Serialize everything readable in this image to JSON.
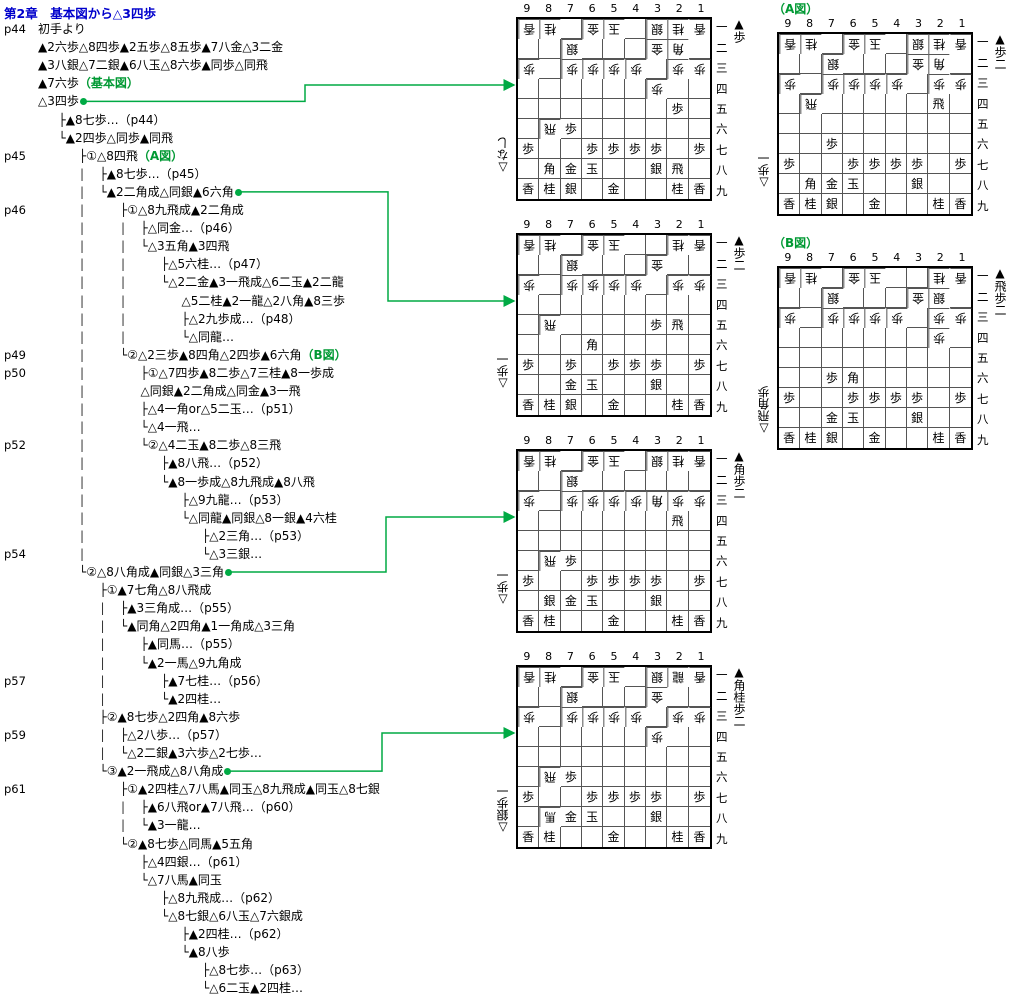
{
  "title": "第2章　基本図から△3四歩",
  "page_numbers": [
    {
      "label": "p44",
      "line": 0
    },
    {
      "label": "p45",
      "line": 7
    },
    {
      "label": "p46",
      "line": 10
    },
    {
      "label": "p49",
      "line": 18
    },
    {
      "label": "p50",
      "line": 19
    },
    {
      "label": "p52",
      "line": 23
    },
    {
      "label": "p54",
      "line": 29
    },
    {
      "label": "p57",
      "line": 36
    },
    {
      "label": "p59",
      "line": 39
    },
    {
      "label": "p61",
      "line": 42
    }
  ],
  "tree": [
    {
      "indent": 0,
      "prefix": "",
      "text": "初手より"
    },
    {
      "indent": 0,
      "prefix": "",
      "text": "▲2六歩△8四歩▲2五歩△8五歩▲7八金△3二金"
    },
    {
      "indent": 0,
      "prefix": "",
      "text": "▲3八銀△7二銀▲6八玉△8六歩▲同歩△同飛"
    },
    {
      "indent": 0,
      "prefix": "",
      "text": "▲7六歩",
      "green": "（基本図）"
    },
    {
      "indent": 0,
      "prefix": "",
      "text": "△3四歩",
      "dot": 0
    },
    {
      "indent": 1,
      "prefix": "├",
      "text": "▲8七歩…（p44）"
    },
    {
      "indent": 1,
      "prefix": "└",
      "text": "▲2四歩△同歩▲同飛"
    },
    {
      "indent": 2,
      "prefix": "├",
      "text": "①△8四飛",
      "green": "（A図）"
    },
    {
      "indent": 3,
      "prefix": "├",
      "text": "▲8七歩…（p45）"
    },
    {
      "indent": 3,
      "prefix": "└",
      "text": "▲2二角成△同銀▲6六角",
      "dot": 1
    },
    {
      "indent": 4,
      "prefix": "├",
      "text": "①△8九飛成▲2二角成"
    },
    {
      "indent": 5,
      "prefix": "├",
      "text": "△同金…（p46）"
    },
    {
      "indent": 5,
      "prefix": "└",
      "text": "△3五角▲3四飛"
    },
    {
      "indent": 6,
      "prefix": "├",
      "text": "△5六桂…（p47）"
    },
    {
      "indent": 6,
      "prefix": "└",
      "text": "△2二金▲3一飛成△6二玉▲2二龍"
    },
    {
      "indent": 7,
      "prefix": "",
      "text": "△5二桂▲2一龍△2八角▲8三歩"
    },
    {
      "indent": 7,
      "prefix": "├",
      "text": "△2九歩成…（p48）"
    },
    {
      "indent": 7,
      "prefix": "└",
      "text": "△同龍…"
    },
    {
      "indent": 4,
      "prefix": "└",
      "text": "②△2三歩▲8四角△2四歩▲6六角",
      "green": "（B図）"
    },
    {
      "indent": 5,
      "prefix": "├",
      "text": "①△7四歩▲8二歩△7三桂▲8一歩成"
    },
    {
      "indent": 5,
      "prefix": "",
      "text": "△同銀▲2二角成△同金▲3一飛"
    },
    {
      "indent": 5,
      "prefix": "├",
      "text": "△4一角or△5二玉…（p51）"
    },
    {
      "indent": 5,
      "prefix": "└",
      "text": "△4一飛…"
    },
    {
      "indent": 5,
      "prefix": "└",
      "text": "②△4二玉▲8二歩△8三飛"
    },
    {
      "indent": 6,
      "prefix": "├",
      "text": "▲8八飛…（p52）"
    },
    {
      "indent": 6,
      "prefix": "└",
      "text": "▲8一歩成△8九飛成▲8八飛"
    },
    {
      "indent": 7,
      "prefix": "├",
      "text": "△9九龍…（p53）"
    },
    {
      "indent": 7,
      "prefix": "└",
      "text": "△同龍▲同銀△8一銀▲4六桂"
    },
    {
      "indent": 8,
      "prefix": "├",
      "text": "△2三角…（p53）"
    },
    {
      "indent": 8,
      "prefix": "└",
      "text": "△3三銀…"
    },
    {
      "indent": 2,
      "prefix": "└",
      "text": "②△8八角成▲同銀△3三角",
      "dot": 2
    },
    {
      "indent": 3,
      "prefix": "├",
      "text": "①▲7七角△8八飛成"
    },
    {
      "indent": 4,
      "prefix": "├",
      "text": "▲3三角成…（p55）"
    },
    {
      "indent": 4,
      "prefix": "└",
      "text": "▲同角△2四角▲1一角成△3三角"
    },
    {
      "indent": 5,
      "prefix": "├",
      "text": "▲同馬…（p55）"
    },
    {
      "indent": 5,
      "prefix": "└",
      "text": "▲2一馬△9九角成"
    },
    {
      "indent": 6,
      "prefix": "├",
      "text": "▲7七桂…（p56）"
    },
    {
      "indent": 6,
      "prefix": "└",
      "text": "▲2四桂…"
    },
    {
      "indent": 3,
      "prefix": "├",
      "text": "②▲8七歩△2四角▲8六歩"
    },
    {
      "indent": 4,
      "prefix": "├",
      "text": "△2八歩…（p57）"
    },
    {
      "indent": 4,
      "prefix": "└",
      "text": "△2二銀▲3六歩△2七歩…"
    },
    {
      "indent": 3,
      "prefix": "└",
      "text": "③▲2一飛成△8八角成",
      "dot": 3
    },
    {
      "indent": 4,
      "prefix": "├",
      "text": "①▲2四桂△7八馬▲同玉△8九飛成▲同玉△8七銀"
    },
    {
      "indent": 5,
      "prefix": "├",
      "text": "▲6八飛or▲7八飛…（p60）"
    },
    {
      "indent": 5,
      "prefix": "└",
      "text": "▲3一龍…"
    },
    {
      "indent": 4,
      "prefix": "└",
      "text": "②▲8七歩△同馬▲5五角"
    },
    {
      "indent": 5,
      "prefix": "├",
      "text": "△4四銀…（p61）"
    },
    {
      "indent": 5,
      "prefix": "└",
      "text": "△7八馬▲同玉"
    },
    {
      "indent": 6,
      "prefix": "├",
      "text": "△8九飛成…（p62）"
    },
    {
      "indent": 6,
      "prefix": "└",
      "text": "△8七銀△6八玉△7六銀成"
    },
    {
      "indent": 7,
      "prefix": "├",
      "text": "▲2四桂…（p62）"
    },
    {
      "indent": 7,
      "prefix": "└",
      "text": "▲8八歩"
    },
    {
      "indent": 8,
      "prefix": "├",
      "text": "△8七歩…（p63）"
    },
    {
      "indent": 8,
      "prefix": "└",
      "text": "△6二玉▲2四桂…"
    }
  ],
  "col_labels": [
    "9",
    "8",
    "7",
    "6",
    "5",
    "4",
    "3",
    "2",
    "1"
  ],
  "row_labels": [
    "一",
    "二",
    "三",
    "四",
    "五",
    "六",
    "七",
    "八",
    "九"
  ],
  "boards": [
    {
      "id": "board-1",
      "label": "",
      "sente_hand": "▲歩",
      "gote_hand": "△なし",
      "cells": [
        [
          "v香",
          "v桂",
          "",
          "v金",
          "v玉",
          "",
          "v銀",
          "v桂",
          "v香"
        ],
        [
          "",
          "",
          "v銀",
          "",
          "",
          "",
          "v金",
          "v角",
          ""
        ],
        [
          "v歩",
          "",
          "v歩",
          "v歩",
          "v歩",
          "v歩",
          "",
          "v歩",
          "v歩"
        ],
        [
          "",
          "",
          "",
          "",
          "",
          "",
          "v歩",
          "",
          ""
        ],
        [
          "",
          "",
          "",
          "",
          "",
          "",
          "",
          "歩",
          ""
        ],
        [
          "",
          "v飛",
          "歩",
          "",
          "",
          "",
          "",
          "",
          ""
        ],
        [
          "歩",
          "",
          "",
          "歩",
          "歩",
          "歩",
          "歩",
          "",
          "歩"
        ],
        [
          "",
          "角",
          "金",
          "玉",
          "",
          "",
          "銀",
          "飛",
          ""
        ],
        [
          "香",
          "桂",
          "銀",
          "",
          "金",
          "",
          "",
          "桂",
          "香"
        ]
      ]
    },
    {
      "id": "board-2",
      "label": "",
      "sente_hand": "▲歩二",
      "gote_hand": "△歩一",
      "cells": [
        [
          "v香",
          "v桂",
          "",
          "v金",
          "v玉",
          "",
          "",
          "v桂",
          "v香"
        ],
        [
          "",
          "",
          "v銀",
          "",
          "",
          "",
          "v金",
          "",
          ""
        ],
        [
          "v歩",
          "",
          "v歩",
          "v歩",
          "v歩",
          "v歩",
          "",
          "v歩",
          "v歩"
        ],
        [
          "",
          "",
          "",
          "",
          "",
          "",
          "",
          "",
          ""
        ],
        [
          "",
          "v飛",
          "",
          "",
          "",
          "",
          "歩",
          "飛",
          ""
        ],
        [
          "",
          "",
          "",
          "角",
          "",
          "",
          "",
          "",
          ""
        ],
        [
          "歩",
          "",
          "歩",
          "",
          "歩",
          "歩",
          "歩",
          "",
          "歩"
        ],
        [
          "",
          "",
          "金",
          "玉",
          "",
          "",
          "銀",
          "",
          ""
        ],
        [
          "香",
          "桂",
          "銀",
          "",
          "金",
          "",
          "",
          "桂",
          "香"
        ]
      ]
    },
    {
      "id": "board-3",
      "label": "",
      "sente_hand": "▲角歩二",
      "gote_hand": "△歩一",
      "cells": [
        [
          "v香",
          "v桂",
          "",
          "v金",
          "v玉",
          "",
          "v銀",
          "v桂",
          "v香"
        ],
        [
          "",
          "",
          "v銀",
          "",
          "",
          "",
          "",
          "",
          ""
        ],
        [
          "v歩",
          "",
          "v歩",
          "v歩",
          "v歩",
          "v歩",
          "v角",
          "v歩",
          "v歩"
        ],
        [
          "",
          "",
          "",
          "",
          "",
          "",
          "",
          "飛",
          ""
        ],
        [
          "",
          "",
          "",
          "",
          "",
          "",
          "",
          "",
          ""
        ],
        [
          "",
          "v飛",
          "歩",
          "",
          "",
          "",
          "",
          "",
          ""
        ],
        [
          "歩",
          "",
          "",
          "歩",
          "歩",
          "歩",
          "歩",
          "",
          "歩"
        ],
        [
          "",
          "銀",
          "金",
          "玉",
          "",
          "",
          "銀",
          "",
          ""
        ],
        [
          "香",
          "桂",
          "",
          "",
          "金",
          "",
          "",
          "桂",
          "香"
        ]
      ]
    },
    {
      "id": "board-4",
      "label": "",
      "sente_hand": "▲角桂歩二",
      "gote_hand": "△銀歩一",
      "cells": [
        [
          "v香",
          "v桂",
          "",
          "v金",
          "v玉",
          "",
          "v銀",
          "v龍",
          "v香"
        ],
        [
          "",
          "",
          "v銀",
          "",
          "",
          "",
          "v金",
          "",
          ""
        ],
        [
          "v歩",
          "",
          "v歩",
          "v歩",
          "v歩",
          "v歩",
          "",
          "v歩",
          "v歩"
        ],
        [
          "",
          "",
          "",
          "",
          "",
          "",
          "v歩",
          "",
          ""
        ],
        [
          "",
          "",
          "",
          "",
          "",
          "",
          "",
          "",
          ""
        ],
        [
          "",
          "v飛",
          "歩",
          "",
          "",
          "",
          "",
          "",
          ""
        ],
        [
          "歩",
          "",
          "",
          "歩",
          "歩",
          "歩",
          "歩",
          "",
          "歩"
        ],
        [
          "",
          "v馬",
          "金",
          "玉",
          "",
          "",
          "銀",
          "",
          ""
        ],
        [
          "香",
          "桂",
          "",
          "",
          "金",
          "",
          "",
          "桂",
          "香"
        ]
      ]
    },
    {
      "id": "board-A",
      "label": "（A図）",
      "sente_hand": "▲歩二",
      "gote_hand": "△歩一",
      "cells": [
        [
          "v香",
          "v桂",
          "",
          "v金",
          "v玉",
          "",
          "v銀",
          "v桂",
          "v香"
        ],
        [
          "",
          "",
          "v銀",
          "",
          "",
          "",
          "v金",
          "v角",
          ""
        ],
        [
          "v歩",
          "",
          "v歩",
          "v歩",
          "v歩",
          "v歩",
          "",
          "v歩",
          "v歩"
        ],
        [
          "",
          "v飛",
          "",
          "",
          "",
          "",
          "",
          "飛",
          ""
        ],
        [
          "",
          "",
          "",
          "",
          "",
          "",
          "",
          "",
          ""
        ],
        [
          "",
          "",
          "歩",
          "",
          "",
          "",
          "",
          "",
          ""
        ],
        [
          "歩",
          "",
          "",
          "歩",
          "歩",
          "歩",
          "歩",
          "",
          "歩"
        ],
        [
          "",
          "角",
          "金",
          "玉",
          "",
          "",
          "銀",
          "",
          ""
        ],
        [
          "香",
          "桂",
          "銀",
          "",
          "金",
          "",
          "",
          "桂",
          "香"
        ]
      ]
    },
    {
      "id": "board-B",
      "label": "（B図）",
      "sente_hand": "▲飛歩二",
      "gote_hand": "△飛角歩",
      "cells": [
        [
          "v香",
          "v桂",
          "",
          "v金",
          "v玉",
          "",
          "",
          "v桂",
          "v香"
        ],
        [
          "",
          "",
          "v銀",
          "",
          "",
          "",
          "v金",
          "v銀",
          ""
        ],
        [
          "v歩",
          "",
          "v歩",
          "v歩",
          "v歩",
          "v歩",
          "",
          "v歩",
          "v歩"
        ],
        [
          "",
          "",
          "",
          "",
          "",
          "",
          "",
          "v歩",
          ""
        ],
        [
          "",
          "",
          "",
          "",
          "",
          "",
          "",
          "",
          ""
        ],
        [
          "",
          "",
          "歩",
          "角",
          "",
          "",
          "",
          "",
          ""
        ],
        [
          "歩",
          "",
          "",
          "歩",
          "歩",
          "歩",
          "歩",
          "",
          "歩"
        ],
        [
          "",
          "",
          "金",
          "玉",
          "",
          "",
          "銀",
          "",
          ""
        ],
        [
          "香",
          "桂",
          "銀",
          "",
          "金",
          "",
          "",
          "桂",
          "香"
        ]
      ]
    }
  ]
}
